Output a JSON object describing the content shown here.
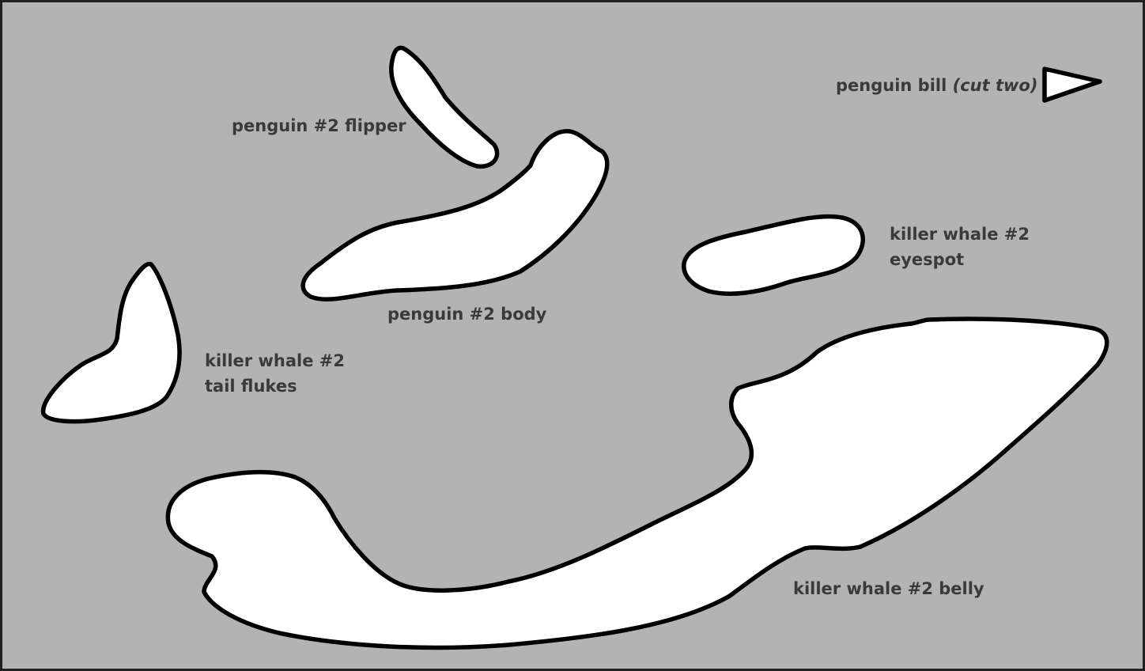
{
  "colors": {
    "background": "#b3b3b3",
    "shape_fill": "#ffffff",
    "outline": "#000000",
    "label_text": "#3a3a3a"
  },
  "pieces": {
    "penguin_bill": {
      "label": "penguin bill",
      "note": "(cut two)"
    },
    "penguin_flipper": {
      "label": "penguin #2 flipper"
    },
    "penguin_body": {
      "label": "penguin #2 body"
    },
    "whale_eyespot": {
      "line1": "killer whale #2",
      "line2": "eyespot"
    },
    "whale_tail_flukes": {
      "line1": "killer whale #2",
      "line2": "tail flukes"
    },
    "whale_belly": {
      "label": "killer whale #2 belly"
    }
  }
}
